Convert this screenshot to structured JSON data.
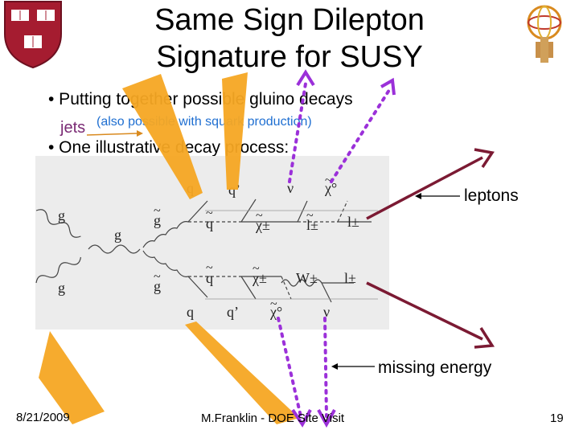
{
  "title_line1": "Same Sign Dilepton",
  "title_line2": "Signature for SUSY",
  "bullets": [
    "• Putting together possible gluino decays",
    "• One illustrative decay process:"
  ],
  "jets_label": "jets",
  "note": "(also possible with squark production)",
  "diagram": {
    "g_top": "g",
    "g_bottom": "g",
    "g_mid": "g",
    "gluino_top": "g",
    "gluino_bottom": "g",
    "q_top": "q",
    "q_prime_top": "q’",
    "nu_top": "ν",
    "chi0_top": "χ°",
    "squark_top": "q",
    "chargino_top": "χ±",
    "slepton": "l±",
    "lepton_top": "l±",
    "squark_bottom": "q",
    "chargino_bottom": "χ±",
    "w_boson": "W±",
    "lepton_bottom": "l±",
    "q_bottom": "q",
    "q_prime_bottom": "q’",
    "chi0_bottom": "χ°",
    "nu_bottom": "ν",
    "tilde": "~"
  },
  "leptons_label": "leptons",
  "missing_energy_label": "missing energy",
  "footer": {
    "date": "8/21/2009",
    "center": "M.Franklin - DOE Site Visit",
    "page": "19"
  },
  "colors": {
    "jet_arrow": "#f5a623",
    "lepton_arrow": "#7b1a33",
    "missing_arrow": "#9b30d9",
    "note_text": "#1f6fd1",
    "harvard_shield": "#a51c30"
  }
}
